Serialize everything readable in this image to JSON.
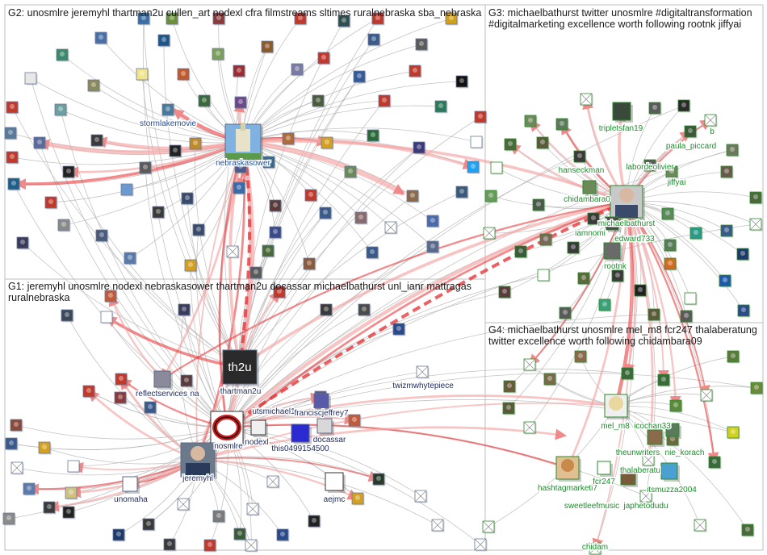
{
  "colors": {
    "edge_gray": "#b5b5b5",
    "edge_red": "#e8292e",
    "edge_pink": "#f4a3a3",
    "label_blue": "#1f4e99",
    "label_navy": "#1c2a5a",
    "label_green": "#1a8f2a",
    "panel_border": "#bdbdbd"
  },
  "groups": {
    "g1": {
      "label": "G1: jeremyhl unosmlre nodexl nebraskasower thartman2u docassar michaelbathurst unl_ianr mattragas ruralnebraska"
    },
    "g2": {
      "label": "G2: unosmlre jeremyhl thartman2u cullen_art nodexl cfra filmstreams sltimes ruralnebraska sba_nebraska"
    },
    "g3": {
      "label": "G3: michaelbathurst twitter unosmlre #digitaltransformation #digitalmarketing excellence worth following rootnk jiffyai"
    },
    "g4": {
      "label": "G4: michaelbathurst unosmlre mel_m8 fcr247 thalaberatung twitter excellence worth following chidambara09"
    }
  },
  "labels": {
    "stormlakemovie": "stormlakemovie",
    "nebraskasower": "nebraskasower",
    "tripletsfan19": "tripletsfan19",
    "b": "b",
    "paula_piccard": "paula_piccard",
    "hanseckman": "hanseckman",
    "labordeolivier": "labordeolivier",
    "jiffyai": "jiffyai",
    "chidambara0": "chidambara0",
    "michaelbathurst": "michaelbathurst",
    "iamnomi": "iamnomi",
    "edward733": "edward733",
    "rootnk": "rootnk",
    "reflectservices": "reflectservices",
    "na": "na",
    "thartman2u": "thartman2u",
    "th2u": "th2u",
    "twizmwhytepiece": "twizmwhytepiece",
    "utsmichael1": "utsmichael1",
    "franciscjeffrey7": "franciscjeffrey7",
    "nosmlre": "nosmlre",
    "nodexl": "nodexl",
    "docassar": "docassar",
    "this0499154500": "this0499154500",
    "jeremyhl": "jeremyhl",
    "unomaha": "unomaha",
    "aejmc": "aejmc",
    "mel_m8": "mel_m8",
    "icochan33": "icochan33",
    "theunwriters": "theunwriters",
    "nie_korach": "nie_korach",
    "thalaberatu": "thalaberatu",
    "hashtagmarketi7": "hashtagmarketi7",
    "fcr247": "fcr247",
    "itsmuzza2004": "itsmuzza2004",
    "sweetleefmusic": "sweetleefmusic",
    "japhetodudu": "japhetodudu",
    "chidam": "chidam"
  }
}
